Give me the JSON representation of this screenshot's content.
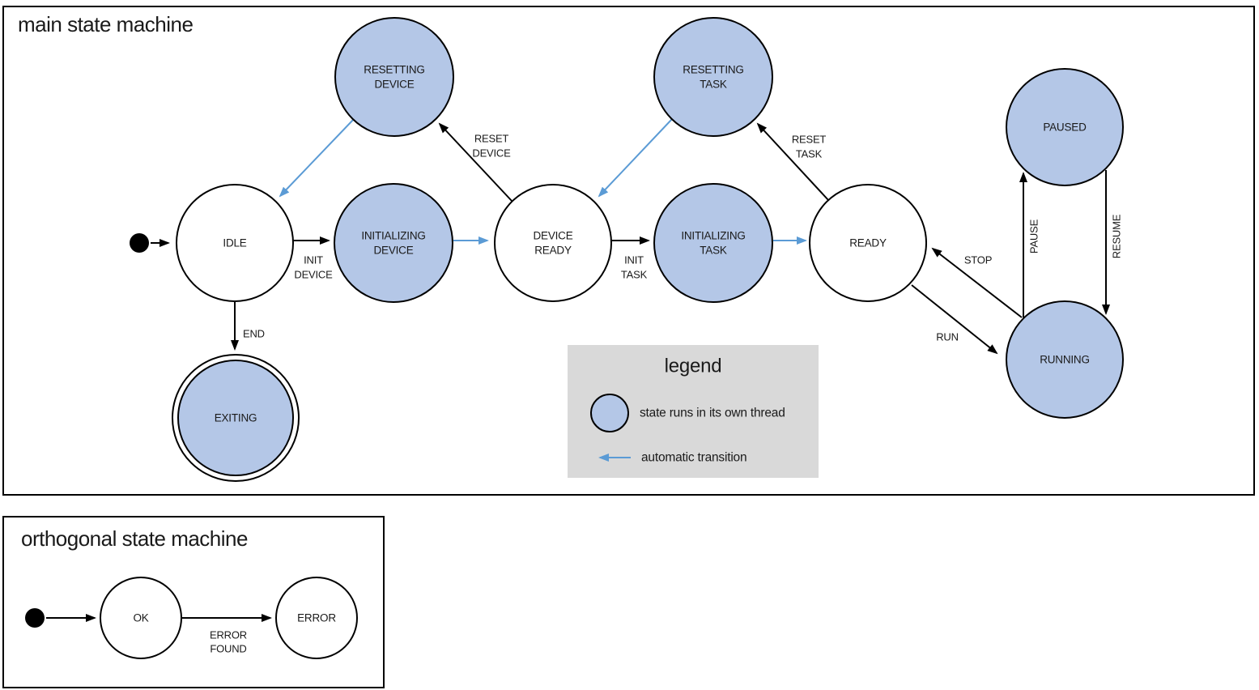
{
  "colors": {
    "thread_state_fill": "#b4c7e7",
    "auto_transition_blue": "#5b9bd5",
    "legend_background": "#d9d9d9",
    "outline": "#000000"
  },
  "main": {
    "title": "main state machine",
    "states": {
      "idle": [
        "IDLE"
      ],
      "resetting_device": [
        "RESETTING",
        "DEVICE"
      ],
      "initializing_device": [
        "INITIALIZING",
        "DEVICE"
      ],
      "device_ready": [
        "DEVICE",
        "READY"
      ],
      "resetting_task": [
        "RESETTING",
        "TASK"
      ],
      "initializing_task": [
        "INITIALIZING",
        "TASK"
      ],
      "ready": [
        "READY"
      ],
      "paused": [
        "PAUSED"
      ],
      "running": [
        "RUNNING"
      ],
      "exiting": [
        "EXITING"
      ]
    },
    "transitions": {
      "init_device": [
        "INIT",
        "DEVICE"
      ],
      "reset_device": [
        "RESET",
        "DEVICE"
      ],
      "init_task": [
        "INIT",
        "TASK"
      ],
      "reset_task": [
        "RESET",
        "TASK"
      ],
      "stop": "STOP",
      "run": "RUN",
      "pause": "PAUSE",
      "resume": "RESUME",
      "end": "END"
    }
  },
  "legend": {
    "title": "legend",
    "thread_item": "state runs in its own thread",
    "auto_item": "automatic transition"
  },
  "orthogonal": {
    "title": "orthogonal state machine",
    "states": {
      "ok": [
        "OK"
      ],
      "error": [
        "ERROR"
      ]
    },
    "transitions": {
      "error_found": [
        "ERROR",
        "FOUND"
      ]
    }
  }
}
